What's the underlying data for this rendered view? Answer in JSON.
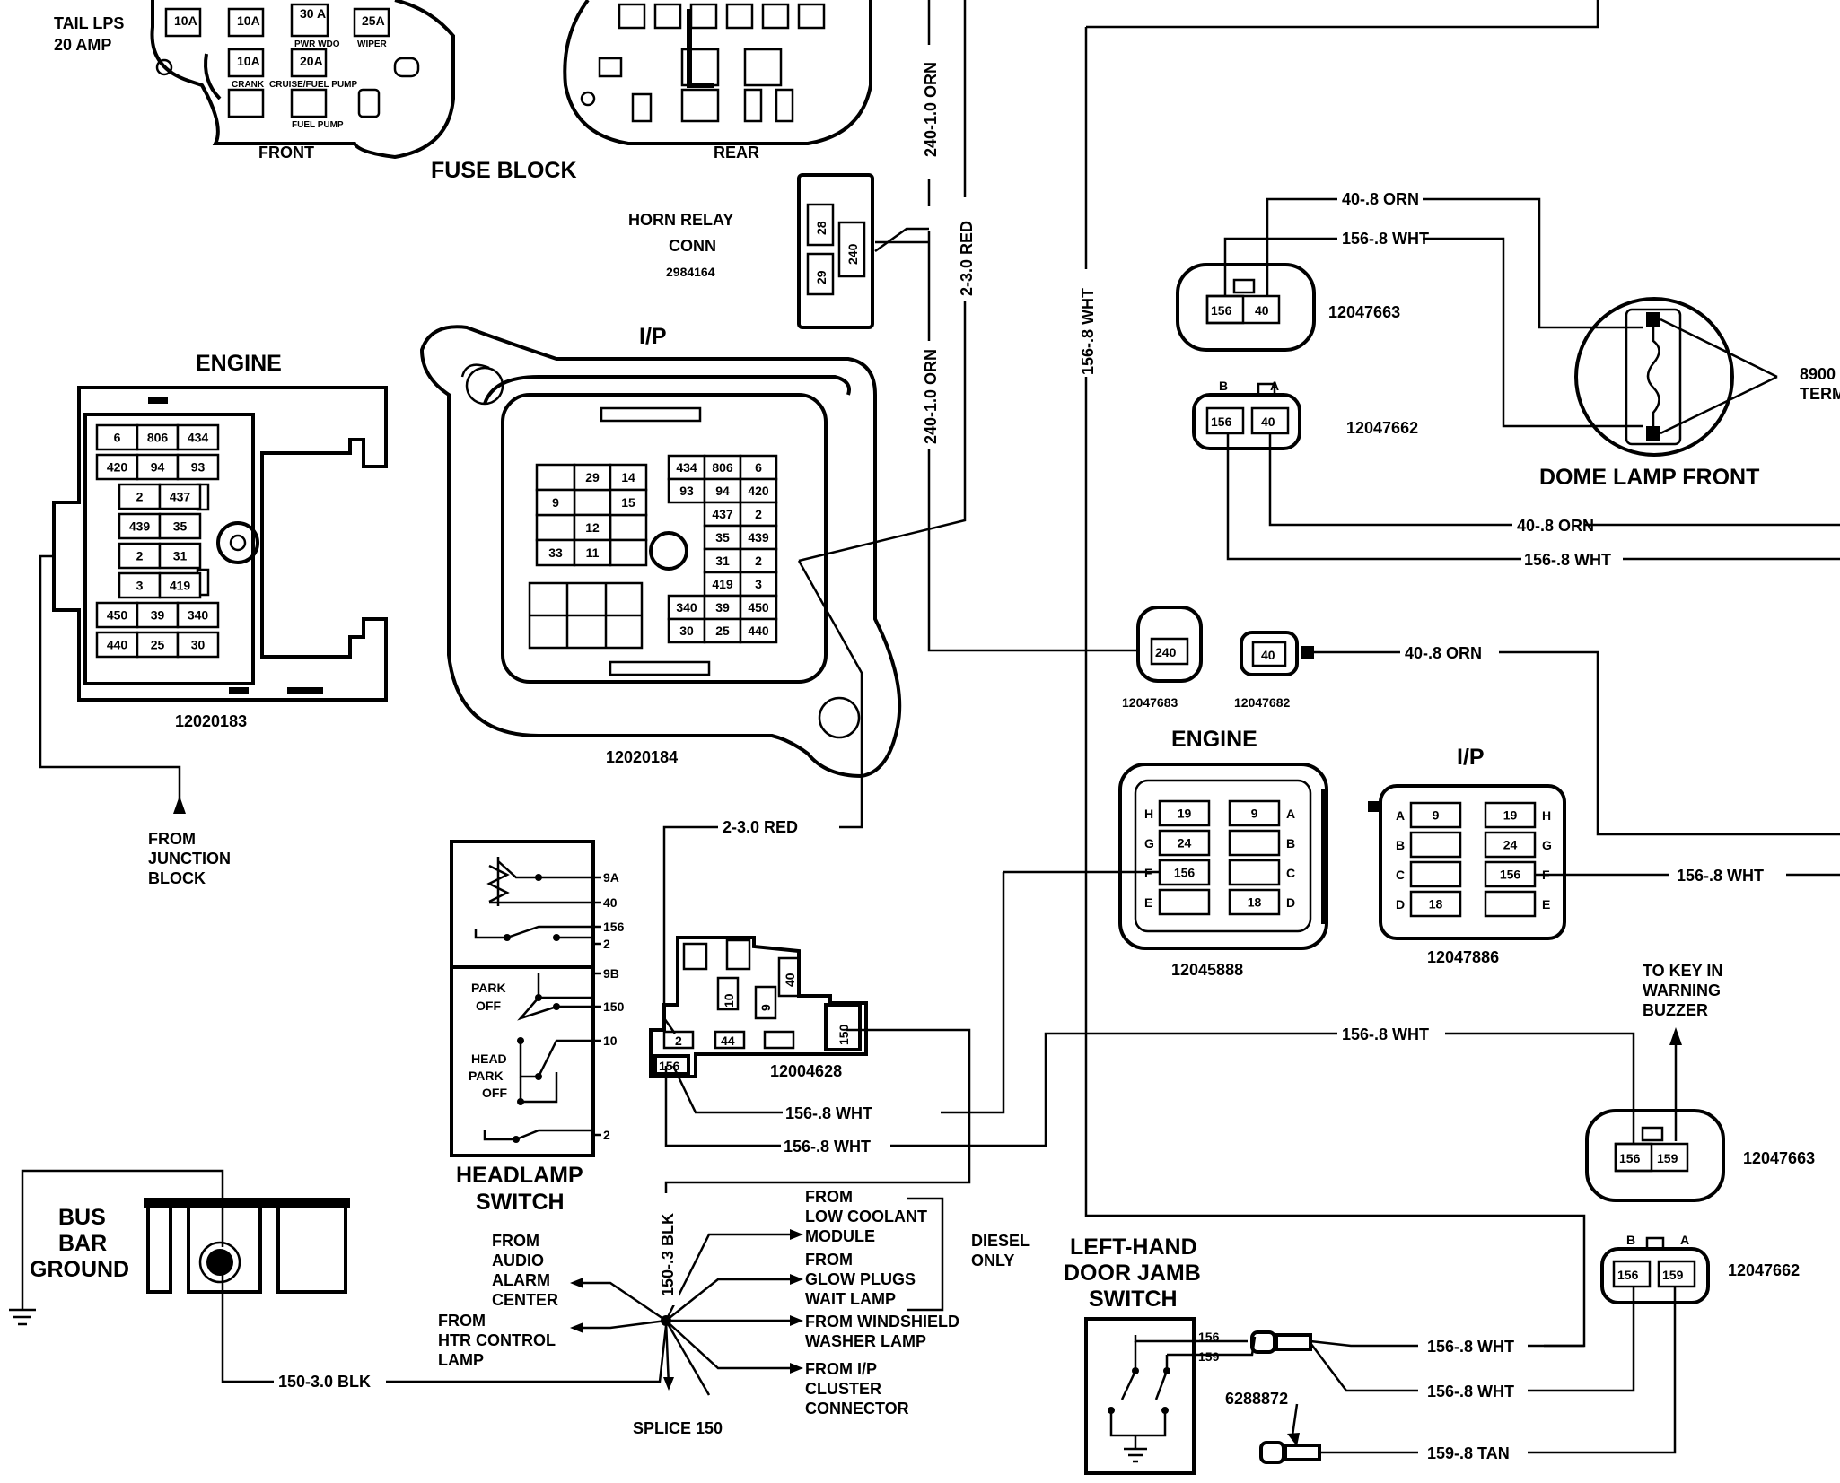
{
  "fuse_block": {
    "title": "FUSE BLOCK",
    "tail_lamps_note": [
      "TAIL LPS",
      "20 AMP"
    ],
    "front_label": "FRONT",
    "rear_label": "REAR",
    "fuses": [
      "10A",
      "10A",
      "30 A",
      "25A",
      "10A",
      "20A"
    ],
    "fuse_names": [
      "PWR WDO",
      "WIPER",
      "CRANK",
      "CRUISE/FUEL PUMP",
      "FUEL PUMP"
    ]
  },
  "horn_relay": {
    "title": [
      "HORN RELAY",
      "CONN"
    ],
    "part_number": "2984164",
    "cavities": [
      "28",
      "29",
      "240"
    ]
  },
  "engine_conn": {
    "title": "ENGINE",
    "part_number": "12020183",
    "rows": [
      [
        "6",
        "806",
        "434"
      ],
      [
        "420",
        "94",
        "93"
      ],
      [
        "2",
        "437"
      ],
      [
        "439",
        "35"
      ],
      [
        "2",
        "31"
      ],
      [
        "3",
        "419"
      ],
      [
        "450",
        "39",
        "340"
      ],
      [
        "440",
        "25",
        "30"
      ]
    ]
  },
  "ip_conn": {
    "title": "I/P",
    "part_number": "12020184",
    "left_cells": [
      "29",
      "14",
      "9",
      "15",
      "12",
      "33",
      "11"
    ],
    "right_rows": [
      [
        "434",
        "806",
        "6"
      ],
      [
        "93",
        "94",
        "420"
      ],
      [
        "437",
        "2"
      ],
      [
        "35",
        "439"
      ],
      [
        "31",
        "2"
      ],
      [
        "419",
        "3"
      ],
      [
        "340",
        "39",
        "450"
      ],
      [
        "30",
        "25",
        "440"
      ]
    ]
  },
  "from_junction": [
    "FROM",
    "JUNCTION",
    "BLOCK"
  ],
  "dome_lamp": {
    "title": "DOME LAMP FRONT",
    "term_label": [
      "8900",
      "TERM"
    ],
    "conn_a": {
      "part": "12047663",
      "cavities": [
        "156",
        "40"
      ]
    },
    "conn_b": {
      "part": "12047662",
      "cavities": [
        "156",
        "40"
      ],
      "pins": [
        "B",
        "A"
      ]
    }
  },
  "mid_conns": {
    "conn_a": {
      "part": "12047683",
      "cavity": "240"
    },
    "conn_b": {
      "part": "12047682",
      "cavity": "40"
    }
  },
  "inline_engine": {
    "title": "ENGINE",
    "part": "12045888",
    "left_letters": [
      "H",
      "G",
      "F",
      "E"
    ],
    "right_letters": [
      "A",
      "B",
      "C",
      "D"
    ],
    "left_cells": [
      "19",
      "24",
      "156",
      ""
    ],
    "right_cells": [
      "9",
      "",
      "",
      "18"
    ]
  },
  "inline_ip": {
    "title": "I/P",
    "part": "12047886",
    "left_letters": [
      "A",
      "B",
      "C",
      "D"
    ],
    "right_letters": [
      "H",
      "G",
      "F",
      "E"
    ],
    "left_cells": [
      "9",
      "",
      "",
      "18"
    ],
    "right_cells": [
      "19",
      "24",
      "156",
      ""
    ]
  },
  "headlamp_switch": {
    "title": [
      "HEADLAMP",
      "SWITCH"
    ],
    "terminals": [
      "9A",
      "40",
      "156",
      "2",
      "9B",
      "150",
      "10",
      "2"
    ],
    "positions": [
      "PARK",
      "OFF",
      "HEAD",
      "PARK",
      "OFF"
    ]
  },
  "conn_12004628": {
    "part": "12004628",
    "cavities": [
      "10",
      "9",
      "40",
      "150",
      "2",
      "44",
      "156"
    ]
  },
  "splice": {
    "title": "SPLICE 150",
    "from_left": [
      [
        "FROM",
        "AUDIO",
        "ALARM",
        "CENTER"
      ],
      [
        "FROM",
        "HTR CONTROL",
        "LAMP"
      ]
    ],
    "from_right": [
      [
        "FROM",
        "LOW COOLANT",
        "MODULE"
      ],
      [
        "FROM",
        "GLOW PLUGS",
        "WAIT LAMP"
      ],
      [
        "FROM WINDSHIELD",
        "WASHER LAMP"
      ],
      [
        "FROM I/P",
        "CLUSTER",
        "CONNECTOR"
      ]
    ],
    "diesel_note": [
      "DIESEL",
      "ONLY"
    ]
  },
  "bus_bar": {
    "title": [
      "BUS",
      "BAR",
      "GROUND"
    ]
  },
  "door_switch": {
    "title": [
      "LEFT-HAND",
      "DOOR JAMB",
      "SWITCH"
    ],
    "terminals": [
      "156",
      "159"
    ],
    "connector_part": "6288872"
  },
  "buzzer": {
    "note": [
      "TO KEY IN",
      "WARNING",
      "BUZZER"
    ],
    "conn_a": {
      "part": "12047663",
      "cavities": [
        "156",
        "159"
      ]
    },
    "conn_b": {
      "part": "12047662",
      "cavities": [
        "156",
        "159"
      ],
      "pins": [
        "B",
        "A"
      ]
    }
  },
  "wires": {
    "w240_upper": "240-1.0 ORN",
    "w240_lower": "240-1.0 ORN",
    "w2_red_v": "2-3.0 RED",
    "w2_red_h": "2-3.0 RED",
    "w156_v": "156-.8 WHT",
    "w40_top": "40-.8 ORN",
    "w156_top": "156-.8 WHT",
    "w40_mid": "40-.8 ORN",
    "w156_mid": "156-.8 WHT",
    "w40_conn": "40-.8 ORN",
    "w156_inline": "156-.8 WHT",
    "w156_buzzer": "156-.8 WHT",
    "w156_a": "156-.8 WHT",
    "w156_b": "156-.8 WHT",
    "w150_v": "150-.3 BLK",
    "w150_ground": "150-3.0 BLK",
    "w156_door1": "156-.8 WHT",
    "w156_door2": "156-.8 WHT",
    "w159_door": "159-.8 TAN"
  }
}
